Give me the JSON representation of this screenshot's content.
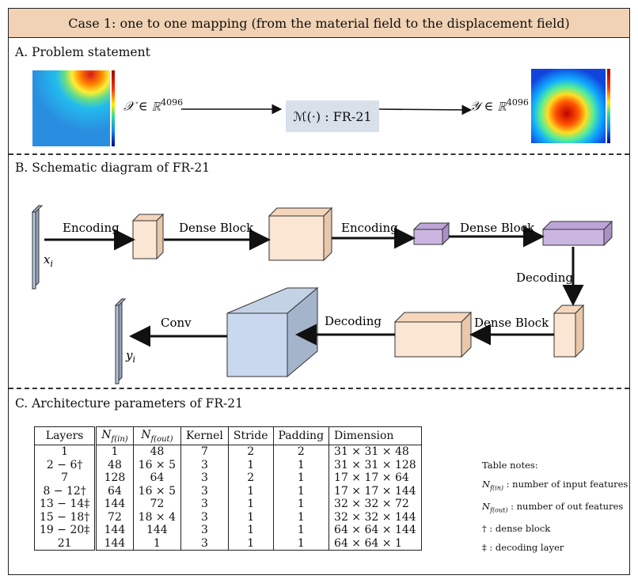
{
  "header": {
    "title": "Case 1: one to one mapping (from the material field to the displacement field)"
  },
  "sectionA": {
    "title": "A. Problem statement",
    "input_label": "𝒳 ∈ ℝ",
    "input_exp": "4096",
    "mapping_label": "ℳ(·) : FR-21",
    "output_label": "𝒴 ∈ ℝ",
    "output_exp": "4096"
  },
  "sectionB": {
    "title": "B. Schematic diagram of FR-21",
    "input_var": "x",
    "input_sub": "i",
    "output_var": "y",
    "output_sub": "i",
    "edge_labels": [
      "Encoding",
      "Dense Block",
      "Encoding",
      "Dense Block",
      "Decoding",
      "Dense Block",
      "Decoding",
      "Conv"
    ]
  },
  "sectionC": {
    "title": "C. Architecture parameters of FR-21",
    "headers": [
      "Layers",
      "N_f(in)",
      "N_f(out)",
      "Kernel",
      "Stride",
      "Padding",
      "Dimension"
    ],
    "rows": [
      [
        "1",
        "1",
        "48",
        "7",
        "2",
        "2",
        "31 × 31 × 48"
      ],
      [
        "2 − 6†",
        "48",
        "16 × 5",
        "3",
        "1",
        "1",
        "31 × 31 × 128"
      ],
      [
        "7",
        "128",
        "64",
        "3",
        "2",
        "1",
        "17 × 17 × 64"
      ],
      [
        "8 − 12†",
        "64",
        "16 × 5",
        "3",
        "1",
        "1",
        "17 × 17 × 144"
      ],
      [
        "13 − 14‡",
        "144",
        "72",
        "3",
        "1",
        "1",
        "32 × 32 × 72"
      ],
      [
        "15 − 18†",
        "72",
        "18 × 4",
        "3",
        "1",
        "1",
        "32 × 32 × 144"
      ],
      [
        "19 − 20‡",
        "144",
        "144",
        "3",
        "1",
        "1",
        "64 × 64 × 144"
      ],
      [
        "21",
        "144",
        "1",
        "3",
        "1",
        "1",
        "64 × 64 × 1"
      ]
    ],
    "notes": {
      "title": "Table notes:",
      "n_in": ": number of input features",
      "n_out": ": number of out features",
      "dagger": "† : dense block",
      "ddagger": "‡ : decoding layer"
    }
  },
  "colors": {
    "header_bg": "#f1d2b4",
    "mapping_bg": "#d8e0ea",
    "blue_plate": "#b7c7dc",
    "peach": "#fbe6d3",
    "purple": "#cbb6e2"
  }
}
